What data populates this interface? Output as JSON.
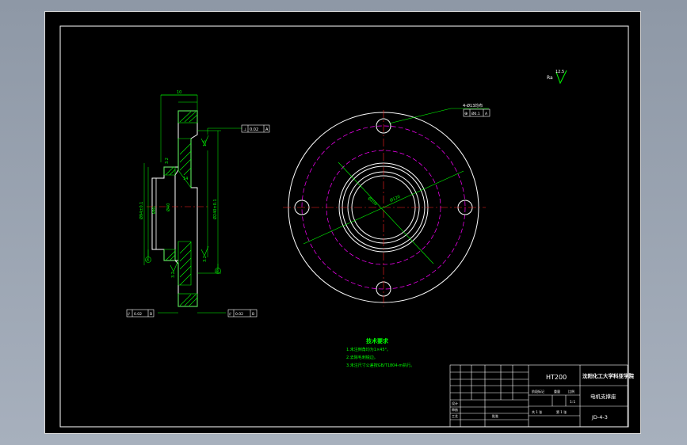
{
  "roughness": {
    "symbol_left": "Ra",
    "symbol_right": "12.5"
  },
  "section_view": {
    "dim_top": "10",
    "dim_left_small": "Ø81",
    "dim_left_large": "Ø94±0.1",
    "dim_center_a": "Ø40",
    "dim_center_b": "14",
    "dim_right_large": "Ø240±0.1",
    "dim_tilt_a": "1.5",
    "dim_tilt_b": "3.2",
    "dim_tilt_c": "3.2",
    "dim_tilt_d": "3.2",
    "datum_a": "A",
    "datum_b": "B",
    "tol_top": {
      "symbol": "⊥",
      "value": "0.02",
      "datum": "A"
    },
    "tol_bottom_left": {
      "symbol": "//",
      "value": "0.02",
      "datum": "B"
    },
    "tol_bottom_right": {
      "symbol": "//",
      "value": "0.02",
      "datum": "B"
    }
  },
  "plan_view": {
    "hole_callout": "4-Ø13均布",
    "hole_tol": {
      "symbol": "⊕",
      "value": "Ø0.1",
      "datum": "A"
    },
    "pcd_label": "Ø200",
    "center_label": "Ø120"
  },
  "tech_requirements": {
    "title": "技术要求",
    "items": [
      "1.未注倒角均为1×45°。",
      "2.去除毛刺锐边。",
      "3.未注尺寸公差按GB/T1804-m执行。"
    ]
  },
  "title_block": {
    "material": "HT200",
    "school": "沈阳化工大学科亚学院",
    "part_name": "电机支撑座",
    "drawing_no": "JD-4-3",
    "scale": "1:1",
    "label_design": "设计",
    "label_check": "审核",
    "label_process": "工艺",
    "label_approve": "批准",
    "label_stage": "阶段标记",
    "label_weight": "重量",
    "label_ratio": "比例",
    "label_sheets": "共 1 张",
    "label_sheet_no": "第 1 张"
  }
}
